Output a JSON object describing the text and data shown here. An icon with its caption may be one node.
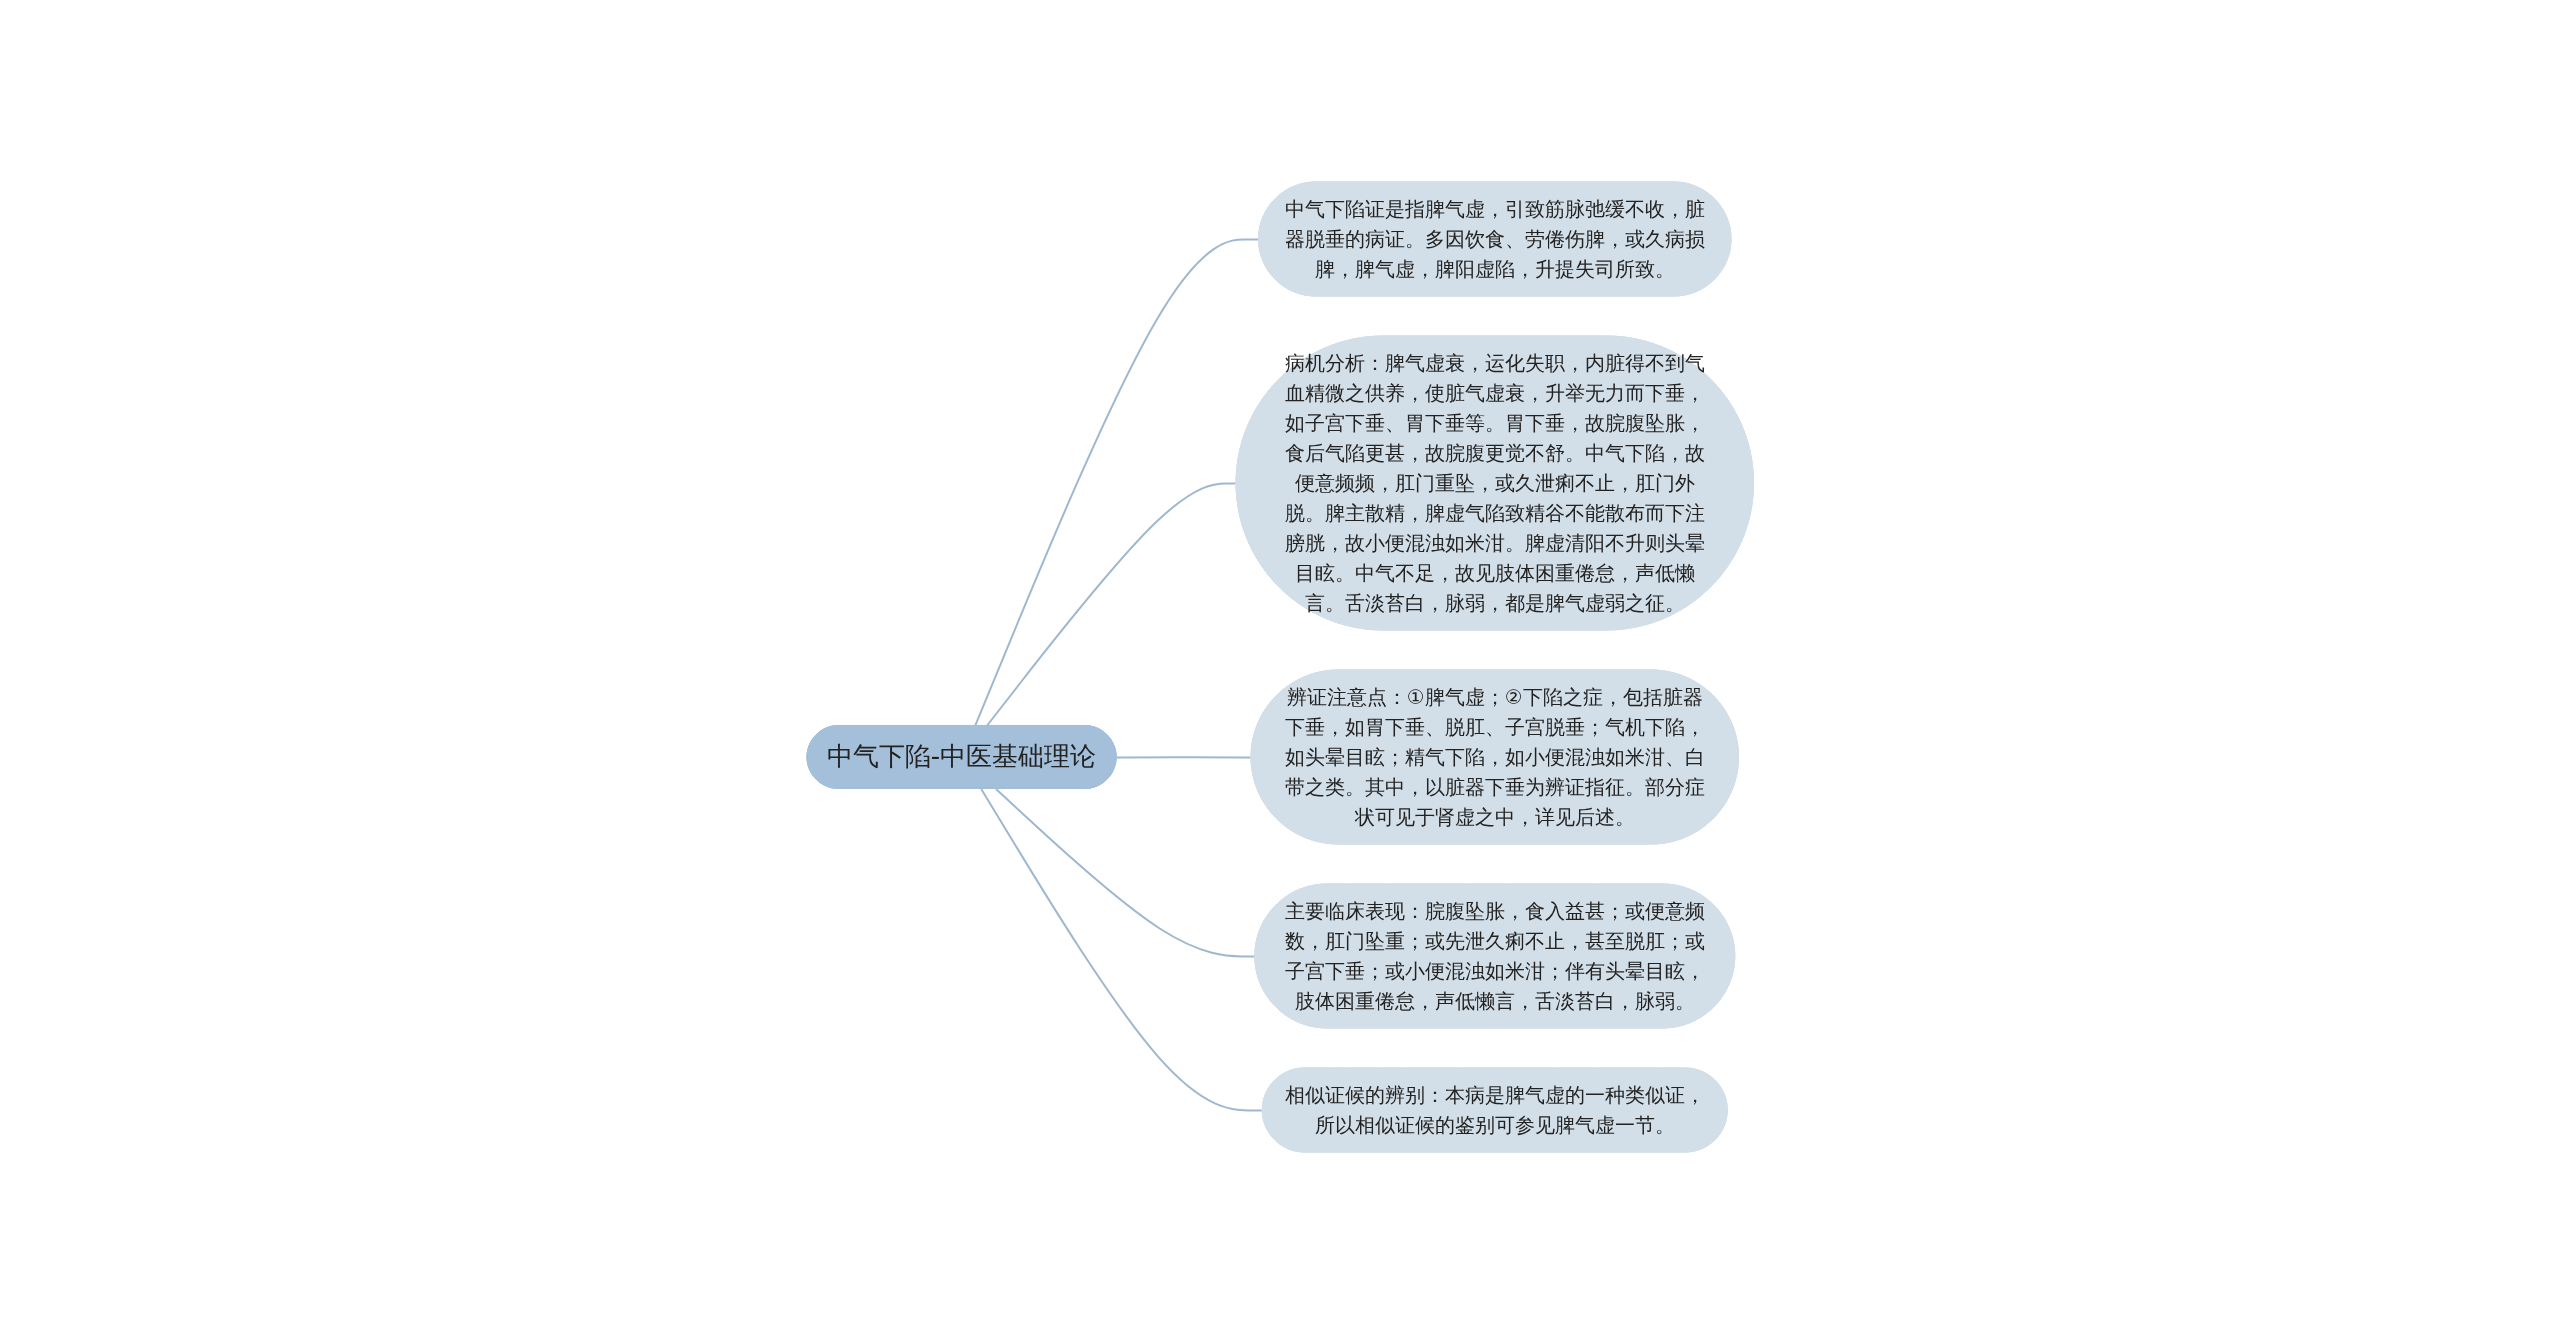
{
  "diagram": {
    "nodes": [
      {
        "text": [
          "中气下陷-中医基础理论"
        ]
      },
      {
        "text": [
          "中气下陷证是指脾气虚，引致筋脉弛缓不收，脏器脱垂的病证。多因饮食、劳倦伤脾，或久病损脾，脾气虚，脾阳虚陷，升提失司所致。"
        ]
      },
      {
        "text": [
          "病机分析：脾气虚衰，运化失职，内脏得不到气血精微之供养，使脏气虚衰，升举无力而下垂，如子宫下垂、胃下垂等。胃下垂，故脘腹坠胀，食后气陷更甚，故脘腹更觉不舒。中气下陷，故便意频频，肛门重坠，或久泄痢不止，肛门外脱。脾主散精，脾虚气陷致精谷不能散布而下注膀胱，故小便混浊如米泔。脾虚清阳不升则头晕目眩。中气不足，故见肢体困重倦怠，声低懒言。舌淡苔白，脉弱，都是脾气虚弱之征。"
        ]
      },
      {
        "text": [
          "辨证注意点：①脾气虚；②下陷之症，包括脏器下垂，如胃下垂、脱肛、子宫脱垂；气机下陷，如头晕目眩；精气下陷，如小便混浊如米泔、白带之类。其中，以脏器下垂为辨证指征。部分症状可见于肾虚之中，详见后述。"
        ]
      },
      {
        "text": [
          "主要临床表现：脘腹坠胀，食入益甚；或便意频数，肛门坠重；或先泄久痢不止，甚至脱肛；或子宫下垂；或小便混浊如米泔；伴有头晕目眩，肢体困重倦怠，声低懒言，舌淡苔白，脉弱。"
        ]
      },
      {
        "text": [
          "相似证候的辨别：本病是脾气虚的一种类似证，所以相似证候的鉴别可参见脾气虚一节。"
        ]
      }
    ],
    "edges": [
      {
        "from": 0,
        "to": 1,
        "arrow": "none"
      },
      {
        "from": 0,
        "to": 2,
        "arrow": "none"
      },
      {
        "from": 0,
        "to": 3,
        "arrow": "none"
      },
      {
        "from": 0,
        "to": 4,
        "arrow": "none"
      },
      {
        "from": 0,
        "to": 5,
        "arrow": "none"
      }
    ]
  }
}
